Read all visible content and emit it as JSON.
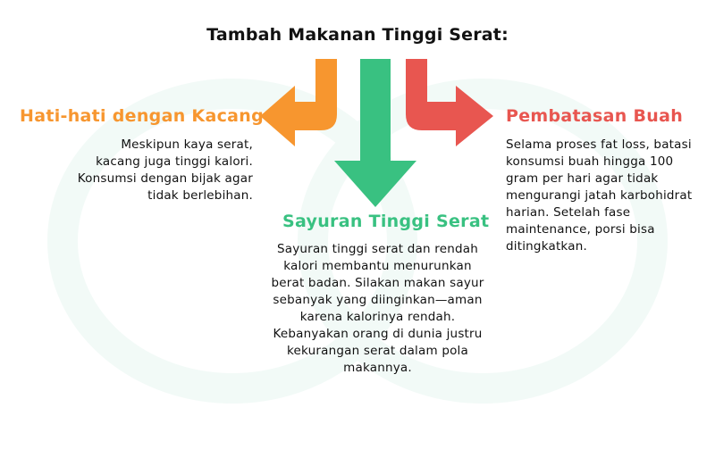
{
  "title": "Tambah Makanan Tinggi Serat:",
  "colors": {
    "left": "#f7962f",
    "middle": "#39c181",
    "right": "#e85650",
    "decor": "#f2faf7"
  },
  "left": {
    "heading": "Hati-hati dengan Kacang",
    "text": "Meskipun kaya serat, kacang juga tinggi kalori. Konsumsi dengan bijak agar tidak berlebihan."
  },
  "middle": {
    "heading": "Sayuran Tinggi Serat",
    "text": "Sayuran tinggi serat dan rendah kalori membantu menurunkan berat badan. Silakan makan sayur sebanyak yang diinginkan—aman karena kalorinya rendah. Kebanyakan orang di dunia justru kekurangan serat dalam pola makannya."
  },
  "right": {
    "heading": "Pembatasan Buah",
    "text": "Selama proses fat loss, batasi konsumsi buah hingga 100 gram per hari agar tidak mengurangi jatah karbohidrat harian. Setelah fase maintenance, porsi bisa ditingkatkan."
  }
}
